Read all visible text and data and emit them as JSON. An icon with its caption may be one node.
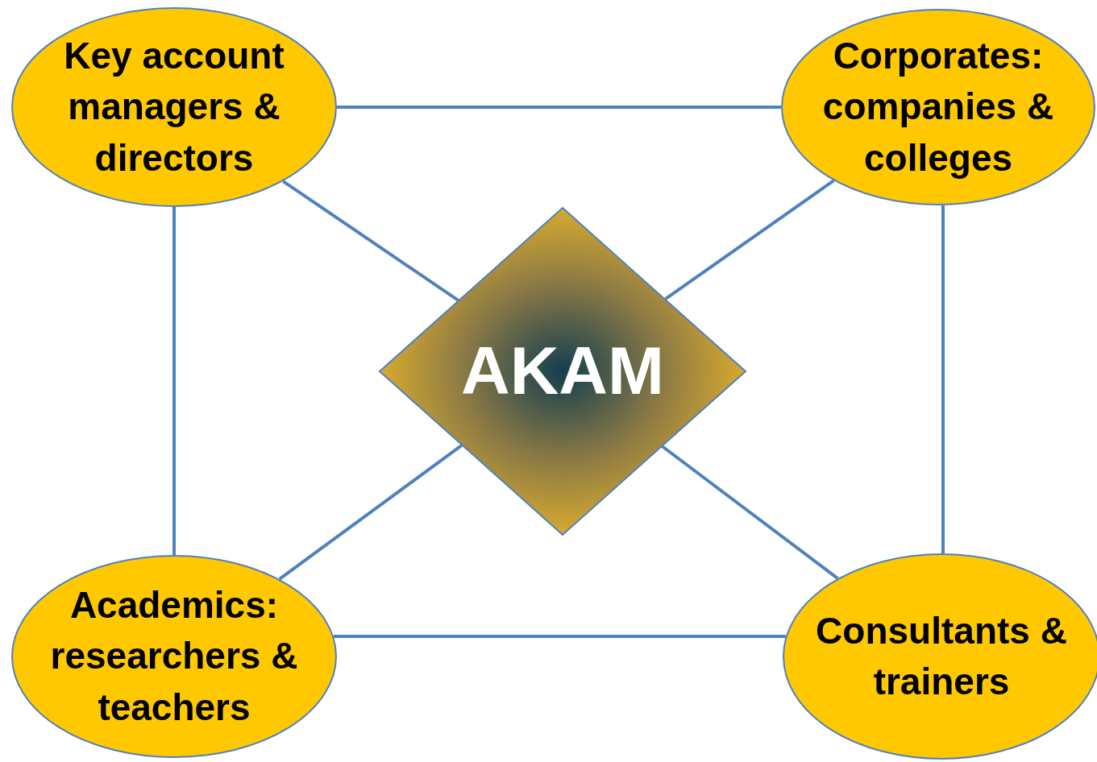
{
  "diagram": {
    "nodes": [
      {
        "text": [
          "Key account managers & directors"
        ]
      },
      {
        "text": [
          "Corporates: companies & colleges"
        ]
      },
      {
        "text": [
          "AKAM"
        ]
      },
      {
        "text": [
          "Academics: researchers & teachers"
        ]
      },
      {
        "text": [
          "Consultants & trainers"
        ]
      }
    ],
    "edges": [
      {
        "from": 0,
        "to": 1,
        "arrow": "none"
      },
      {
        "from": 0,
        "to": 3,
        "arrow": "none"
      },
      {
        "from": 1,
        "to": 4,
        "arrow": "none"
      },
      {
        "from": 3,
        "to": 4,
        "arrow": "none"
      },
      {
        "from": 0,
        "to": 2,
        "arrow": "none"
      },
      {
        "from": 1,
        "to": 2,
        "arrow": "none"
      },
      {
        "from": 3,
        "to": 2,
        "arrow": "none"
      },
      {
        "from": 4,
        "to": 2,
        "arrow": "none"
      }
    ]
  }
}
